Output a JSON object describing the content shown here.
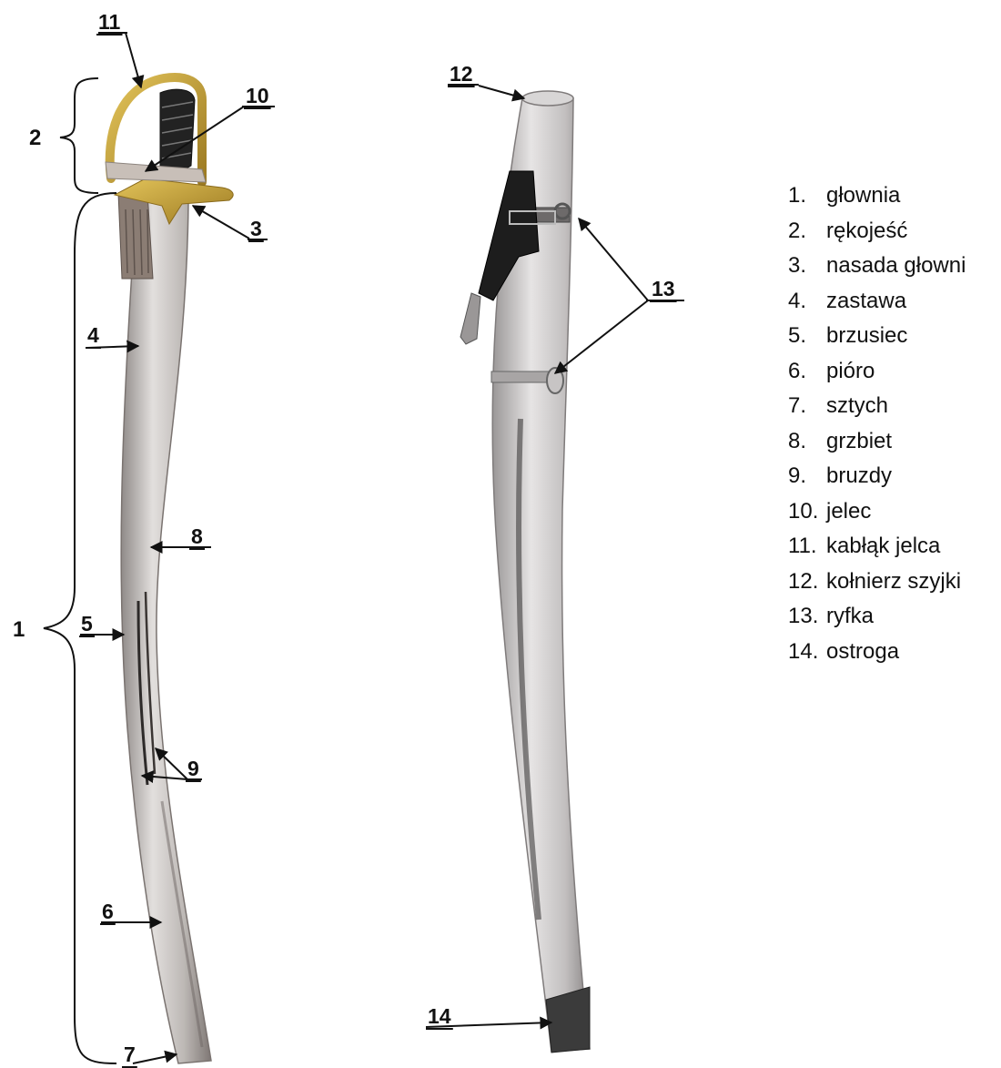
{
  "callouts": {
    "c1": "1",
    "c2": "2",
    "c3": "3",
    "c4": "4",
    "c5": "5",
    "c6": "6",
    "c7": "7",
    "c8": "8",
    "c9": "9",
    "c10": "10",
    "c11": "11",
    "c12": "12",
    "c13": "13",
    "c14": "14"
  },
  "legend": [
    {
      "num": "1.",
      "label": "głownia"
    },
    {
      "num": "2.",
      "label": "rękojeść"
    },
    {
      "num": "3.",
      "label": "nasada głowni"
    },
    {
      "num": "4.",
      "label": "zastawa"
    },
    {
      "num": "5.",
      "label": "brzusiec"
    },
    {
      "num": "6.",
      "label": "pióro"
    },
    {
      "num": "7.",
      "label": "sztych"
    },
    {
      "num": "8.",
      "label": "grzbiet"
    },
    {
      "num": "9.",
      "label": "bruzdy"
    },
    {
      "num": "10.",
      "label": "jelec"
    },
    {
      "num": "11.",
      "label": "kabłąk jelca"
    },
    {
      "num": "12.",
      "label": "kołnierz szyjki"
    },
    {
      "num": "13.",
      "label": "ryfka"
    },
    {
      "num": "14.",
      "label": "ostroga"
    }
  ],
  "colors": {
    "blade": "#c9c6c4",
    "guard_brass": "#c9a63c",
    "grip": "#2a2a2a",
    "scabbard": "#b9b6b6"
  }
}
